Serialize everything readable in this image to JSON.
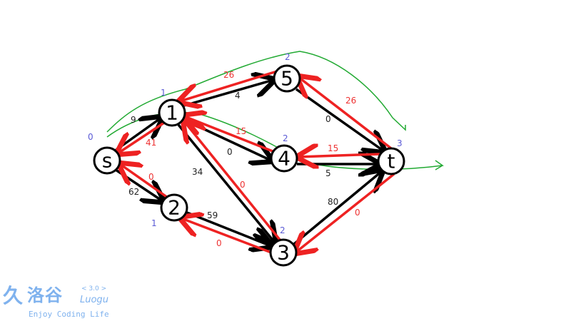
{
  "nodes": {
    "s": "s",
    "n1": "1",
    "n2": "2",
    "n3": "3",
    "n4": "4",
    "n5": "5",
    "t": "t"
  },
  "levels": {
    "s": "0",
    "n1": "1",
    "n2": "1",
    "n3": "2",
    "n4": "2",
    "n5": "2",
    "t": "3"
  },
  "edges_black": {
    "s_1": "9",
    "n1_5": "4",
    "n1_4": "0",
    "n1_3": "34",
    "s_2": "62",
    "n2_3": "59",
    "n5_t": "0",
    "n4_t": "5",
    "n3_t": "80"
  },
  "edges_red": {
    "n5_1": "26",
    "n1_s": "41",
    "n2_s": "0",
    "n4_1": "15",
    "n3_1": "0",
    "t_5": "26",
    "t_4": "15",
    "n3_2": "0",
    "t_3": "0"
  },
  "logo": {
    "mark": "久",
    "cn": "洛谷",
    "version": "< 3.0 >",
    "name": "Luogu",
    "tagline": "Enjoy Coding Life"
  },
  "colors": {
    "black_edge": "#000000",
    "red_edge": "#ee2222",
    "level": "#5b5bd6",
    "path": "#22aa33",
    "logo": "#7fb2ee"
  }
}
